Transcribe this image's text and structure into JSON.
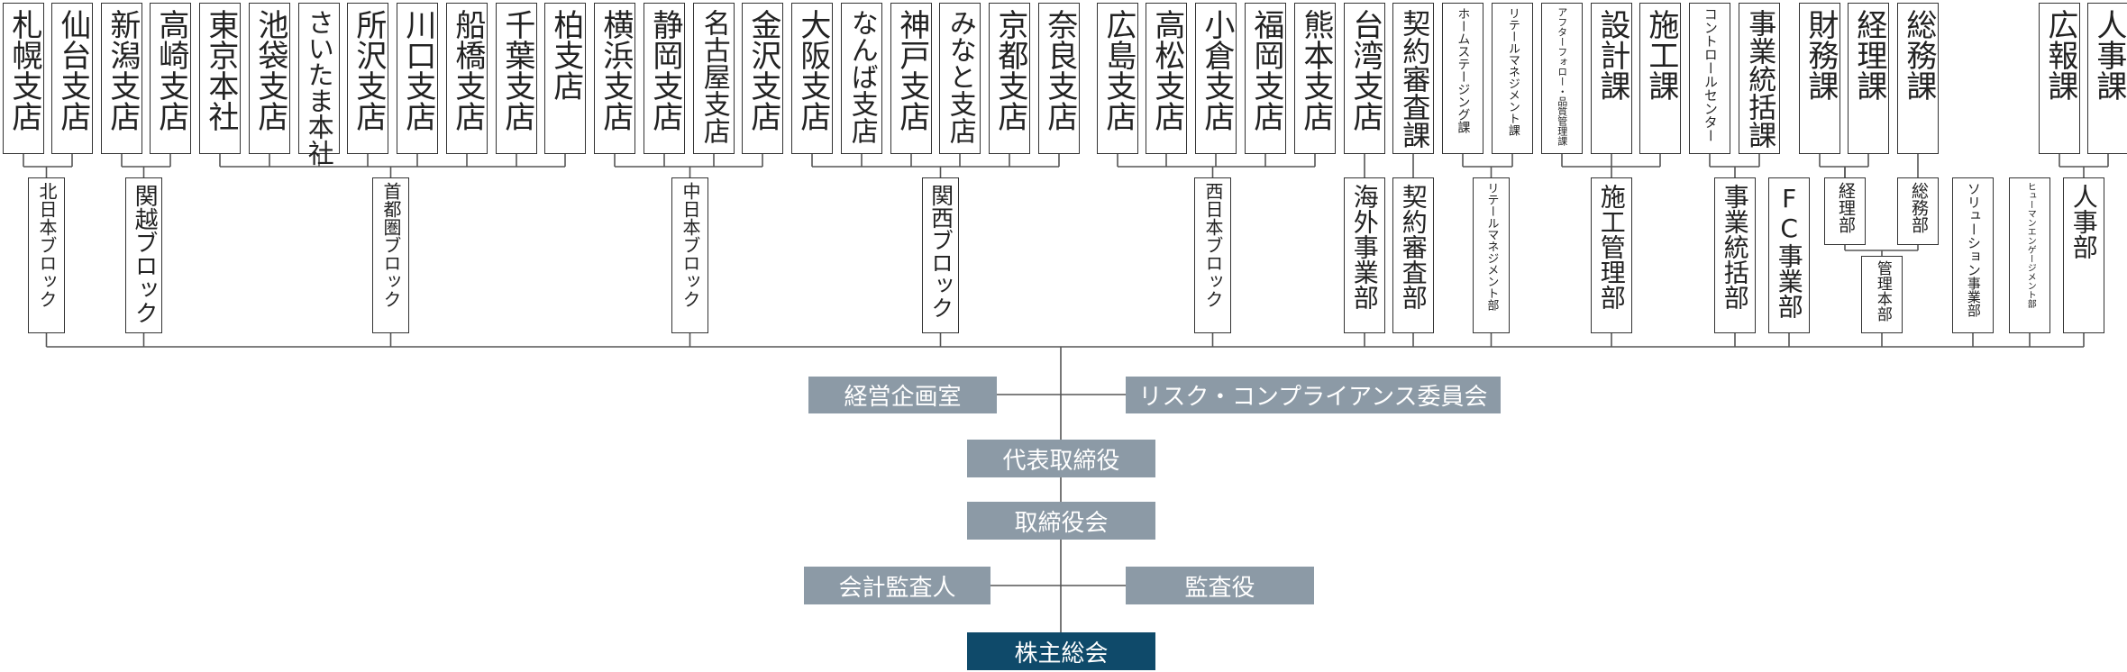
{
  "top_boxes": [
    {
      "id": "sapporo",
      "label": "札幌支店"
    },
    {
      "id": "sendai",
      "label": "仙台支店"
    },
    {
      "id": "niigata",
      "label": "新潟支店"
    },
    {
      "id": "takasaki",
      "label": "高崎支店"
    },
    {
      "id": "tokyo",
      "label": "東京本社"
    },
    {
      "id": "ikebukuro",
      "label": "池袋支店"
    },
    {
      "id": "saitama",
      "label": "さいたま本社"
    },
    {
      "id": "tokorozawa",
      "label": "所沢支店"
    },
    {
      "id": "kawaguchi",
      "label": "川口支店"
    },
    {
      "id": "funabashi",
      "label": "船橋支店"
    },
    {
      "id": "chiba",
      "label": "千葉支店"
    },
    {
      "id": "kashiwa",
      "label": "柏支店"
    },
    {
      "id": "yokohama",
      "label": "横浜支店"
    },
    {
      "id": "shizuoka",
      "label": "静岡支店"
    },
    {
      "id": "nagoya",
      "label": "名古屋支店"
    },
    {
      "id": "kanazawa",
      "label": "金沢支店"
    },
    {
      "id": "osaka",
      "label": "大阪支店"
    },
    {
      "id": "namba",
      "label": "なんば支店"
    },
    {
      "id": "kobe",
      "label": "神戸支店"
    },
    {
      "id": "minato",
      "label": "みなと支店"
    },
    {
      "id": "kyoto",
      "label": "京都支店"
    },
    {
      "id": "nara",
      "label": "奈良支店"
    },
    {
      "id": "hiroshima",
      "label": "広島支店"
    },
    {
      "id": "takamatsu",
      "label": "高松支店"
    },
    {
      "id": "kokura",
      "label": "小倉支店"
    },
    {
      "id": "fukuoka",
      "label": "福岡支店"
    },
    {
      "id": "kumamoto",
      "label": "熊本支店"
    },
    {
      "id": "taiwan",
      "label": "台湾支店"
    },
    {
      "id": "keiyaku-ka",
      "label": "契約審査課"
    },
    {
      "id": "homestaging",
      "label": "ホームステージング課"
    },
    {
      "id": "retail-ka",
      "label": "リテールマネジメント課"
    },
    {
      "id": "afterfollow",
      "label": "アフターフォロー・品質管理課"
    },
    {
      "id": "sekkei",
      "label": "設計課"
    },
    {
      "id": "seko-ka",
      "label": "施工課"
    },
    {
      "id": "control",
      "label": "コントロールセンター"
    },
    {
      "id": "jigyo-ka",
      "label": "事業統括課"
    },
    {
      "id": "zaimu",
      "label": "財務課"
    },
    {
      "id": "keiri-ka",
      "label": "経理課"
    },
    {
      "id": "somu-ka",
      "label": "総務課"
    },
    {
      "id": "koho",
      "label": "広報課"
    },
    {
      "id": "jinji-ka",
      "label": "人事課"
    }
  ],
  "mid_boxes": [
    {
      "id": "kita",
      "label": "北日本ブロック"
    },
    {
      "id": "kanetsu",
      "label": "関越ブロック"
    },
    {
      "id": "shuto",
      "label": "首都圏ブロック"
    },
    {
      "id": "chu",
      "label": "中日本ブロック"
    },
    {
      "id": "kansai",
      "label": "関西ブロック"
    },
    {
      "id": "nishi",
      "label": "西日本ブロック"
    },
    {
      "id": "kaigai",
      "label": "海外事業部"
    },
    {
      "id": "keiyaku-bu",
      "label": "契約審査部"
    },
    {
      "id": "retail-bu",
      "label": "リテールマネジメント部"
    },
    {
      "id": "seko-kanri",
      "label": "施工管理部"
    },
    {
      "id": "jigyo-bu",
      "label": "事業統括部"
    },
    {
      "id": "fc",
      "label": "FC事業部"
    },
    {
      "id": "keiri-bu",
      "label": "経理部"
    },
    {
      "id": "somu-bu",
      "label": "総務部"
    },
    {
      "id": "kanri-honbu",
      "label": "管理本部"
    },
    {
      "id": "solution",
      "label": "ソリューション事業部"
    },
    {
      "id": "human",
      "label": "ヒューマンエンゲージメント部"
    },
    {
      "id": "jinji-bu",
      "label": "人事部"
    }
  ],
  "center_boxes": [
    {
      "id": "keiei",
      "label": "経営企画室",
      "style": "gray"
    },
    {
      "id": "risk",
      "label": "リスク・コンプライアンス委員会",
      "style": "gray"
    },
    {
      "id": "daihyo",
      "label": "代表取締役",
      "style": "gray"
    },
    {
      "id": "torishimari",
      "label": "取締役会",
      "style": "gray"
    },
    {
      "id": "kaikei",
      "label": "会計監査人",
      "style": "gray"
    },
    {
      "id": "kansa",
      "label": "監査役",
      "style": "gray"
    },
    {
      "id": "kabunushi",
      "label": "株主総会",
      "style": "navy"
    }
  ],
  "colors": {
    "line": "#555555",
    "gray": "#8c9aa6",
    "navy": "#0f4a6a"
  }
}
